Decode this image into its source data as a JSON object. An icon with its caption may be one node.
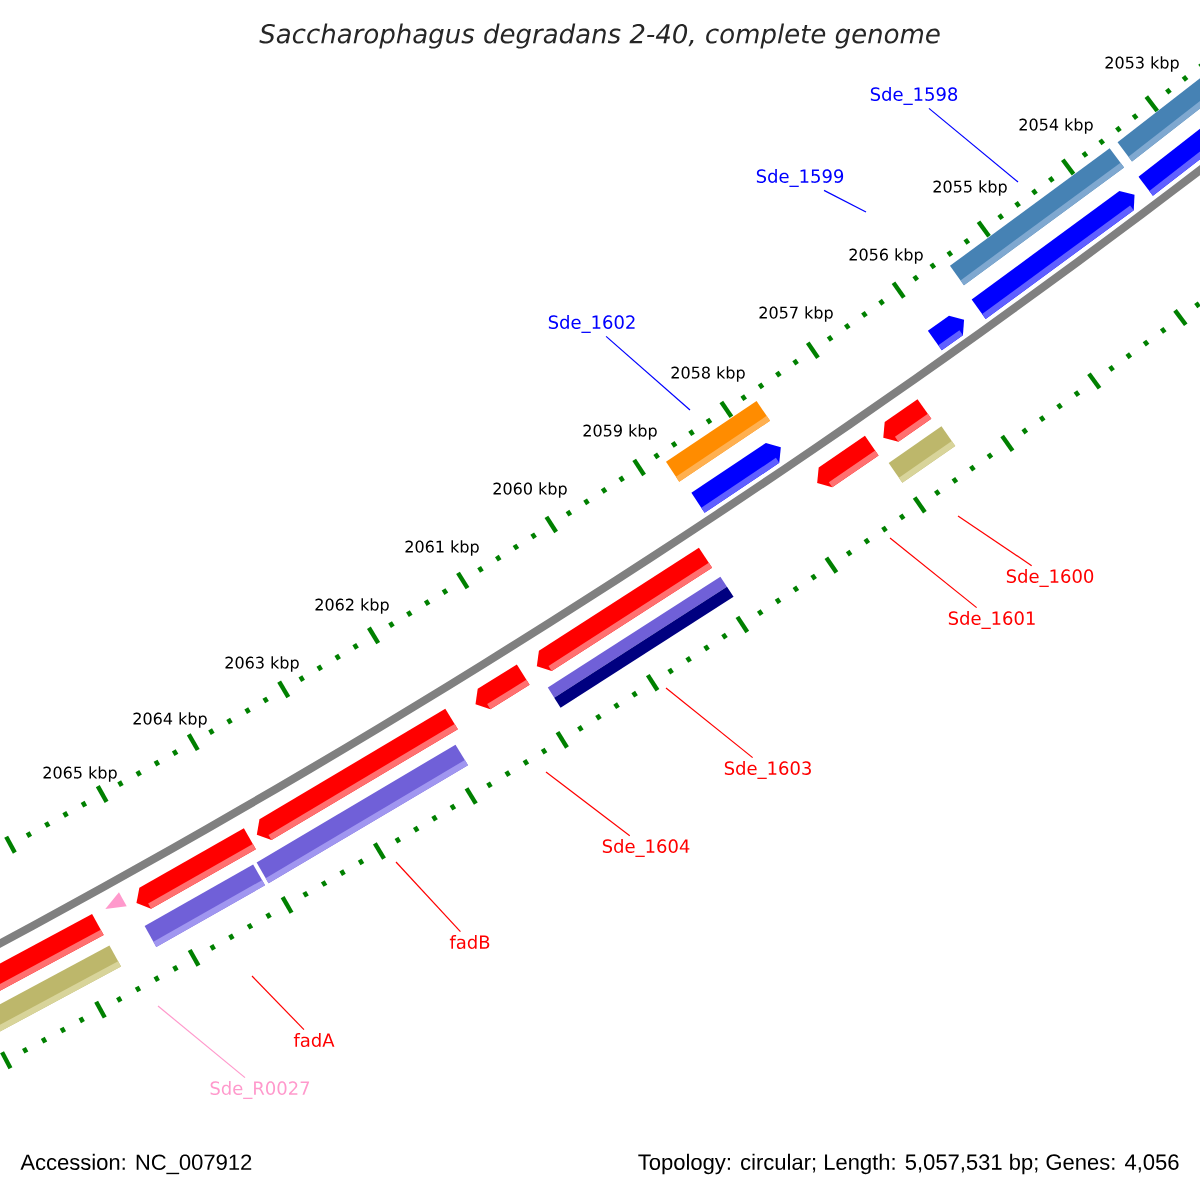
{
  "diagram": {
    "title": "Saccharophagus degradans 2-40, complete genome",
    "nodes": [
      {
        "text": [
          "Sde_1598"
        ]
      },
      {
        "text": [
          "Sde_1599"
        ]
      },
      {
        "text": [
          "Sde_1602"
        ]
      },
      {
        "text": [
          "Sde_1600"
        ]
      },
      {
        "text": [
          "Sde_1601"
        ]
      },
      {
        "text": [
          "Sde_1603"
        ]
      },
      {
        "text": [
          "Sde_1604"
        ]
      },
      {
        "text": [
          "fadB"
        ]
      },
      {
        "text": [
          "fadA"
        ]
      },
      {
        "text": [
          "Sde_R0027"
        ]
      }
    ],
    "edges": [
      {
        "from": 0,
        "to": null,
        "arrow": "none",
        "color": "#0000ff"
      },
      {
        "from": 1,
        "to": null,
        "arrow": "none",
        "color": "#0000ff"
      },
      {
        "from": 2,
        "to": null,
        "arrow": "none",
        "color": "#0000ff"
      },
      {
        "from": 3,
        "to": null,
        "arrow": "none"
      },
      {
        "from": 4,
        "to": null,
        "arrow": "none"
      },
      {
        "from": 5,
        "to": null,
        "arrow": "none"
      },
      {
        "from": 6,
        "to": null,
        "arrow": "none"
      },
      {
        "from": 7,
        "to": null,
        "arrow": "none"
      },
      {
        "from": 8,
        "to": null,
        "arrow": "none"
      },
      {
        "from": 9,
        "to": null,
        "arrow": "none",
        "color": "#ff99cc"
      }
    ],
    "labels": [
      "2053 kbp",
      "2054 kbp",
      "2055 kbp",
      "2056 kbp",
      "2057 kbp",
      "2058 kbp",
      "2059 kbp",
      "2060 kbp",
      "2061 kbp",
      "2062 kbp",
      "2063 kbp",
      "2064 kbp",
      "2065 kbp",
      "Accession: NC_007912",
      "Topology: circular; Length: 5,057,531 bp; Genes: 4,056"
    ]
  }
}
